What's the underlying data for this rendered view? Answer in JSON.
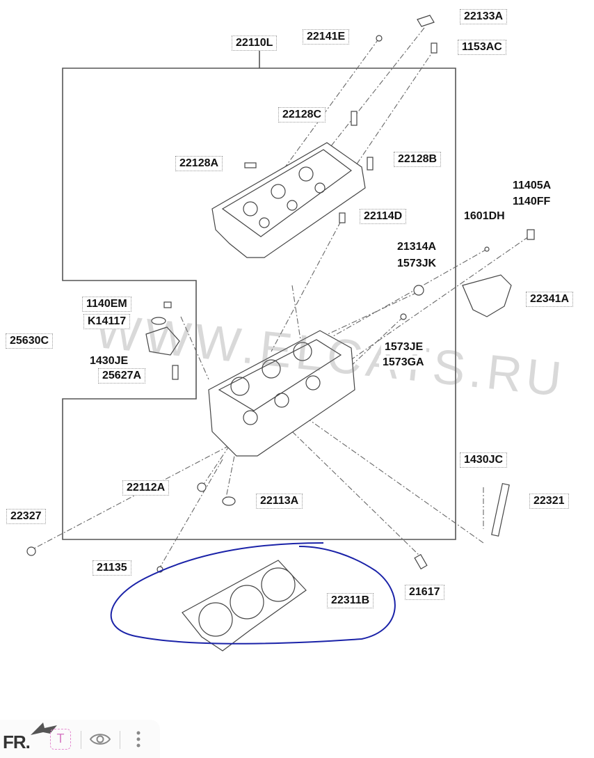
{
  "watermark": "WWW.ELCATS.RU",
  "labels": {
    "l22133A": "22133A",
    "l22141E": "22141E",
    "l22110L": "22110L",
    "l1153AC": "1153AC",
    "l22128C": "22128C",
    "l22128A": "22128A",
    "l22128B": "22128B",
    "l11405A": "11405A",
    "l1140FF": "1140FF",
    "l22114D": "22114D",
    "l1601DH": "1601DH",
    "l21314A": "21314A",
    "l1573JK": "1573JK",
    "l22341A": "22341A",
    "l1140EM": "1140EM",
    "lK14117": "K14117",
    "l25630C": "25630C",
    "l1430JE": "1430JE",
    "l25627A": "25627A",
    "l1573JE": "1573JE",
    "l1573GA": "1573GA",
    "l1430JC": "1430JC",
    "l22112A": "22112A",
    "l22113A": "22113A",
    "l22321": "22321",
    "l22327": "22327",
    "l21135": "21135",
    "l21617": "21617",
    "l22311B": "22311B"
  },
  "toolbar": {
    "logo": "FR.",
    "text_tool": "T",
    "view_icon": "eye-icon",
    "more_icon": "more-vertical-icon"
  },
  "colors": {
    "annotation_ink": "#1a22a8",
    "line": "#555555",
    "text": "#111111"
  }
}
